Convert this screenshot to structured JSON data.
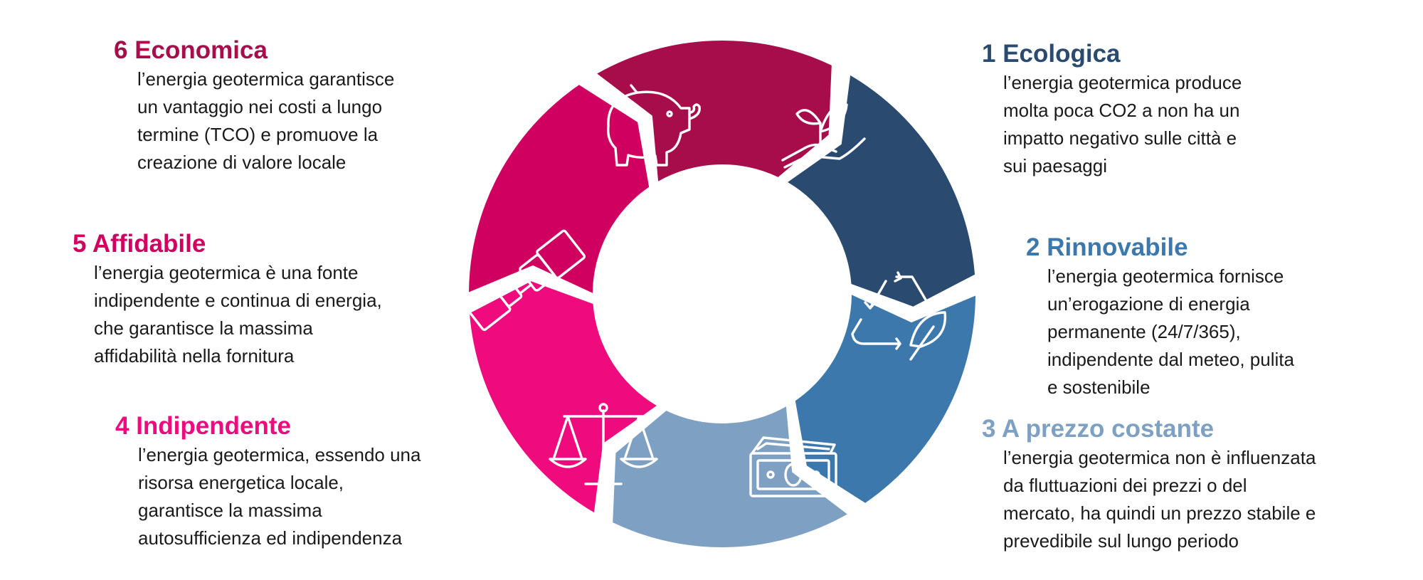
{
  "colors": {
    "ecologica": "#2a4b6f",
    "rinnovabile": "#3d78ad",
    "prezzo": "#7ea0c2",
    "indipendente": "#ef0a7d",
    "affidabile": "#cf0060",
    "economica": "#a80d4b"
  },
  "segments": [
    {
      "title": "1 Ecologica",
      "lines": [
        "l’energia geotermica produce",
        "molta poca CO2 a non ha un",
        "impatto negativo sulle città e",
        "sui paesaggi"
      ],
      "icon": "plant-hand-icon"
    },
    {
      "title": "2 Rinnovabile",
      "lines": [
        "l’energia geotermica fornisce",
        "un’erogazione di energia",
        "permanente (24/7/365),",
        "indipendente dal meteo, pulita",
        "e sostenibile"
      ],
      "icon": "recycle-leaf-icon"
    },
    {
      "title": "3 A prezzo costante",
      "lines": [
        "l’energia geotermica non è influenzata",
        "da fluttuazioni dei prezzi o del",
        "mercato, ha quindi un prezzo stabile e",
        "prevedibile sul lungo periodo"
      ],
      "icon": "banknotes-icon"
    },
    {
      "title": "4 Indipendente",
      "lines": [
        "l’energia geotermica, essendo una",
        "risorsa energetica locale,",
        "garantisce la massima",
        "autosufficienza ed indipendenza"
      ],
      "icon": "scales-icon"
    },
    {
      "title": "5  Affidabile",
      "lines": [
        "l’energia geotermica è una fonte",
        "indipendente e continua di energia,",
        "che garantisce la massima",
        "affidabilità nella fornitura"
      ],
      "icon": "seatbelt-icon"
    },
    {
      "title": "6 Economica",
      "lines": [
        "l’energia geotermica garantisce",
        "un vantaggio nei costi a lungo",
        "termine (TCO) e promuove la",
        "creazione di valore locale"
      ],
      "icon": "piggy-bank-icon"
    }
  ]
}
